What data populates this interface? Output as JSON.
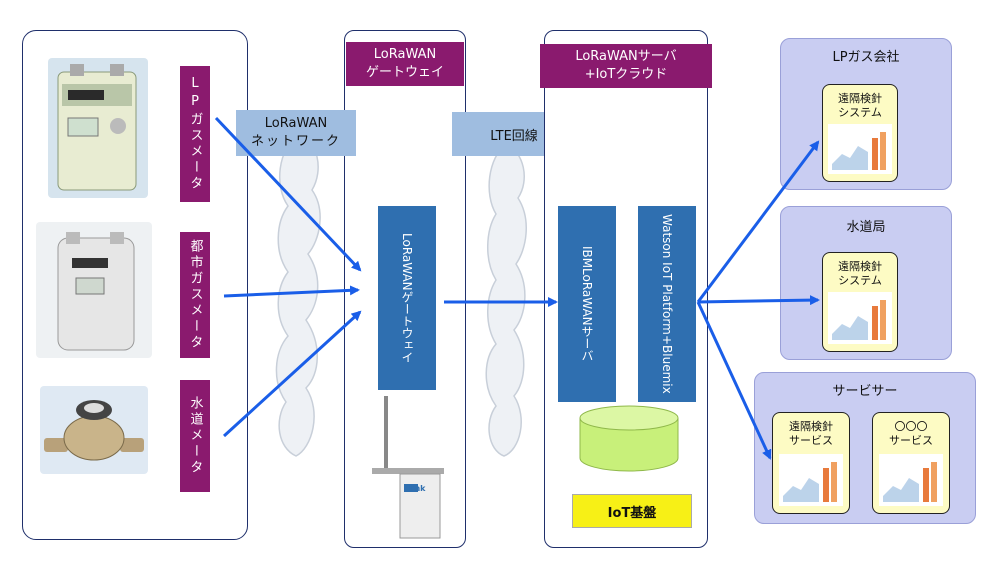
{
  "meters": {
    "lp_label": "LPガスメータ",
    "city_label": "都市ガスメータ",
    "water_label": "水道メータ"
  },
  "network": {
    "lorawan_network": [
      "LoRaWAN",
      "ネットワーク"
    ],
    "lte": "LTE回線"
  },
  "gateway": {
    "header": [
      "LoRaWAN",
      "ゲートウェイ"
    ],
    "box": [
      "LoRaWAN",
      "ゲートウェイ"
    ],
    "device_brand": "link"
  },
  "server": {
    "header": [
      "LoRaWANサーバ",
      "+IoTクラウド"
    ],
    "ibm_box": [
      "IBM",
      "LoRaWANサーバ"
    ],
    "watson_box": [
      "Watson IoT Platform",
      "+Bluemix"
    ],
    "foundation": "IoT基盤"
  },
  "customers": [
    {
      "title": "LPガス会社",
      "cards": [
        [
          "遠隔検針",
          "システム"
        ]
      ]
    },
    {
      "title": "水道局",
      "cards": [
        [
          "遠隔検針",
          "システム"
        ]
      ]
    },
    {
      "title": "サービサー",
      "cards": [
        [
          "遠隔検針",
          "サービス"
        ],
        [
          "〇〇〇",
          "サービス"
        ]
      ]
    }
  ],
  "colors": {
    "magenta": "#8a1a6e",
    "dark_blue": "#2f6fb0",
    "light_blue": "#9fbde0",
    "customer_bg": "#c9cdf2",
    "card_bg": "#fdfbc4",
    "arrow": "#1a5ee8",
    "db": "#c8f07a",
    "foundation": "#f7f016"
  }
}
